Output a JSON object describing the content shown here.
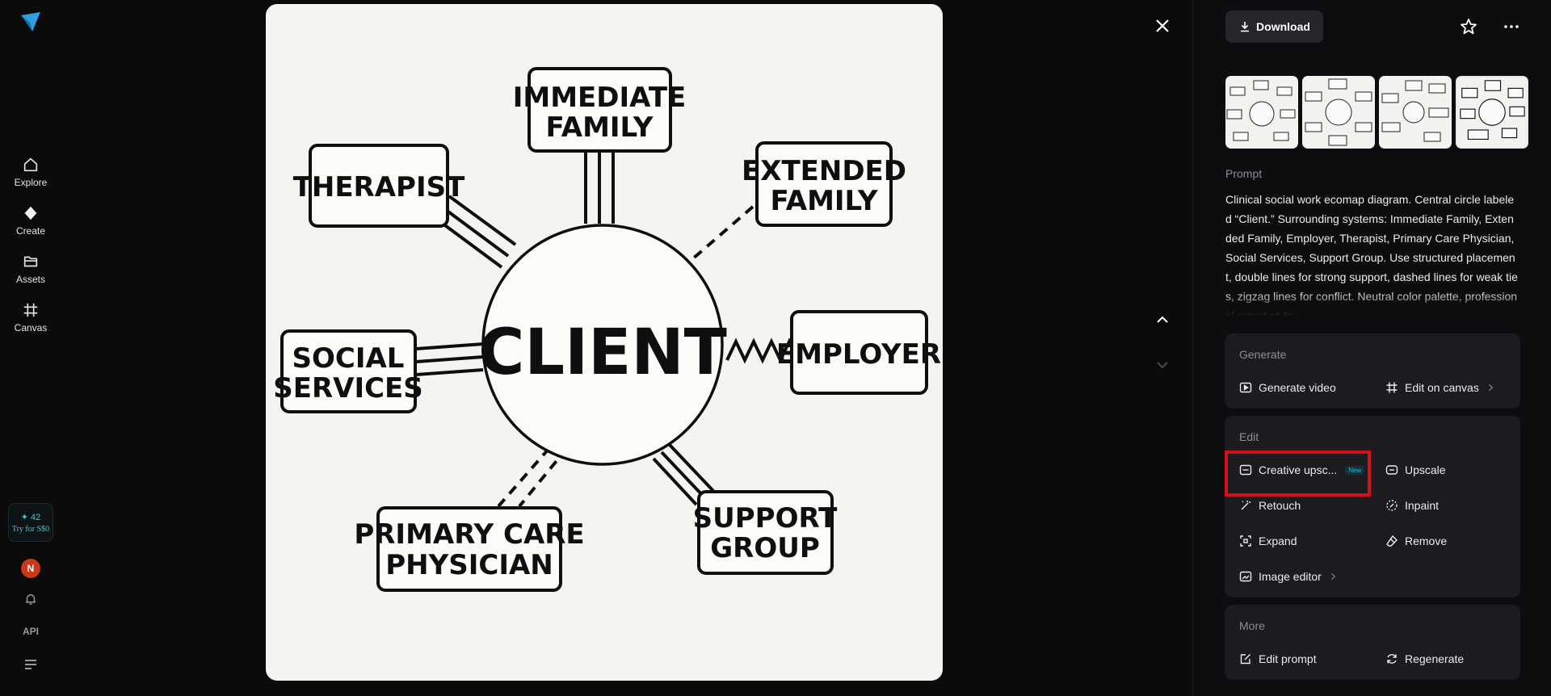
{
  "nav": {
    "items": [
      {
        "label": "Explore",
        "icon": "home-icon"
      },
      {
        "label": "Create",
        "icon": "diamond-icon"
      },
      {
        "label": "Assets",
        "icon": "folder-icon"
      },
      {
        "label": "Canvas",
        "icon": "canvas-icon"
      }
    ],
    "credits": {
      "count": "42",
      "try_label": "Try for S$0"
    },
    "avatar_initial": "N",
    "api_label": "API"
  },
  "diagram": {
    "center": "CLIENT",
    "nodes": [
      {
        "lines": [
          "IMMEDIATE",
          "FAMILY"
        ]
      },
      {
        "lines": [
          "THERAPIST"
        ]
      },
      {
        "lines": [
          "EXTENDED",
          "FAMILY"
        ]
      },
      {
        "lines": [
          "SOCIAL",
          "SERVICES"
        ]
      },
      {
        "lines": [
          "EMPLOYER"
        ]
      },
      {
        "lines": [
          "PRIMARY CARE",
          "PHYSICIAN"
        ]
      },
      {
        "lines": [
          "SUPPORT",
          "GROUP"
        ]
      }
    ]
  },
  "toolbar": {
    "download_label": "Download"
  },
  "prompt": {
    "label": "Prompt",
    "text": "Clinical social work ecomap diagram. Central circle labeled “Client.” Surrounding systems: Immediate Family, Extended Family, Employer, Therapist, Primary Care Physician, Social Services, Support Group. Use structured placement, double lines for strong support, dashed lines for weak ties, zigzag lines for conflict. Neutral color palette, professional report style."
  },
  "generate": {
    "title": "Generate",
    "video_label": "Generate video",
    "canvas_label": "Edit on canvas"
  },
  "edit": {
    "title": "Edit",
    "creative_upscale_label": "Creative upsc...",
    "new_badge": "New",
    "upscale_label": "Upscale",
    "retouch_label": "Retouch",
    "inpaint_label": "Inpaint",
    "expand_label": "Expand",
    "remove_label": "Remove",
    "image_editor_label": "Image editor"
  },
  "more": {
    "title": "More",
    "edit_prompt_label": "Edit prompt",
    "regenerate_label": "Regenerate"
  },
  "colors": {
    "accent": "#3fc9d8",
    "highlight": "#d4111a",
    "avatar": "#c7391a"
  }
}
